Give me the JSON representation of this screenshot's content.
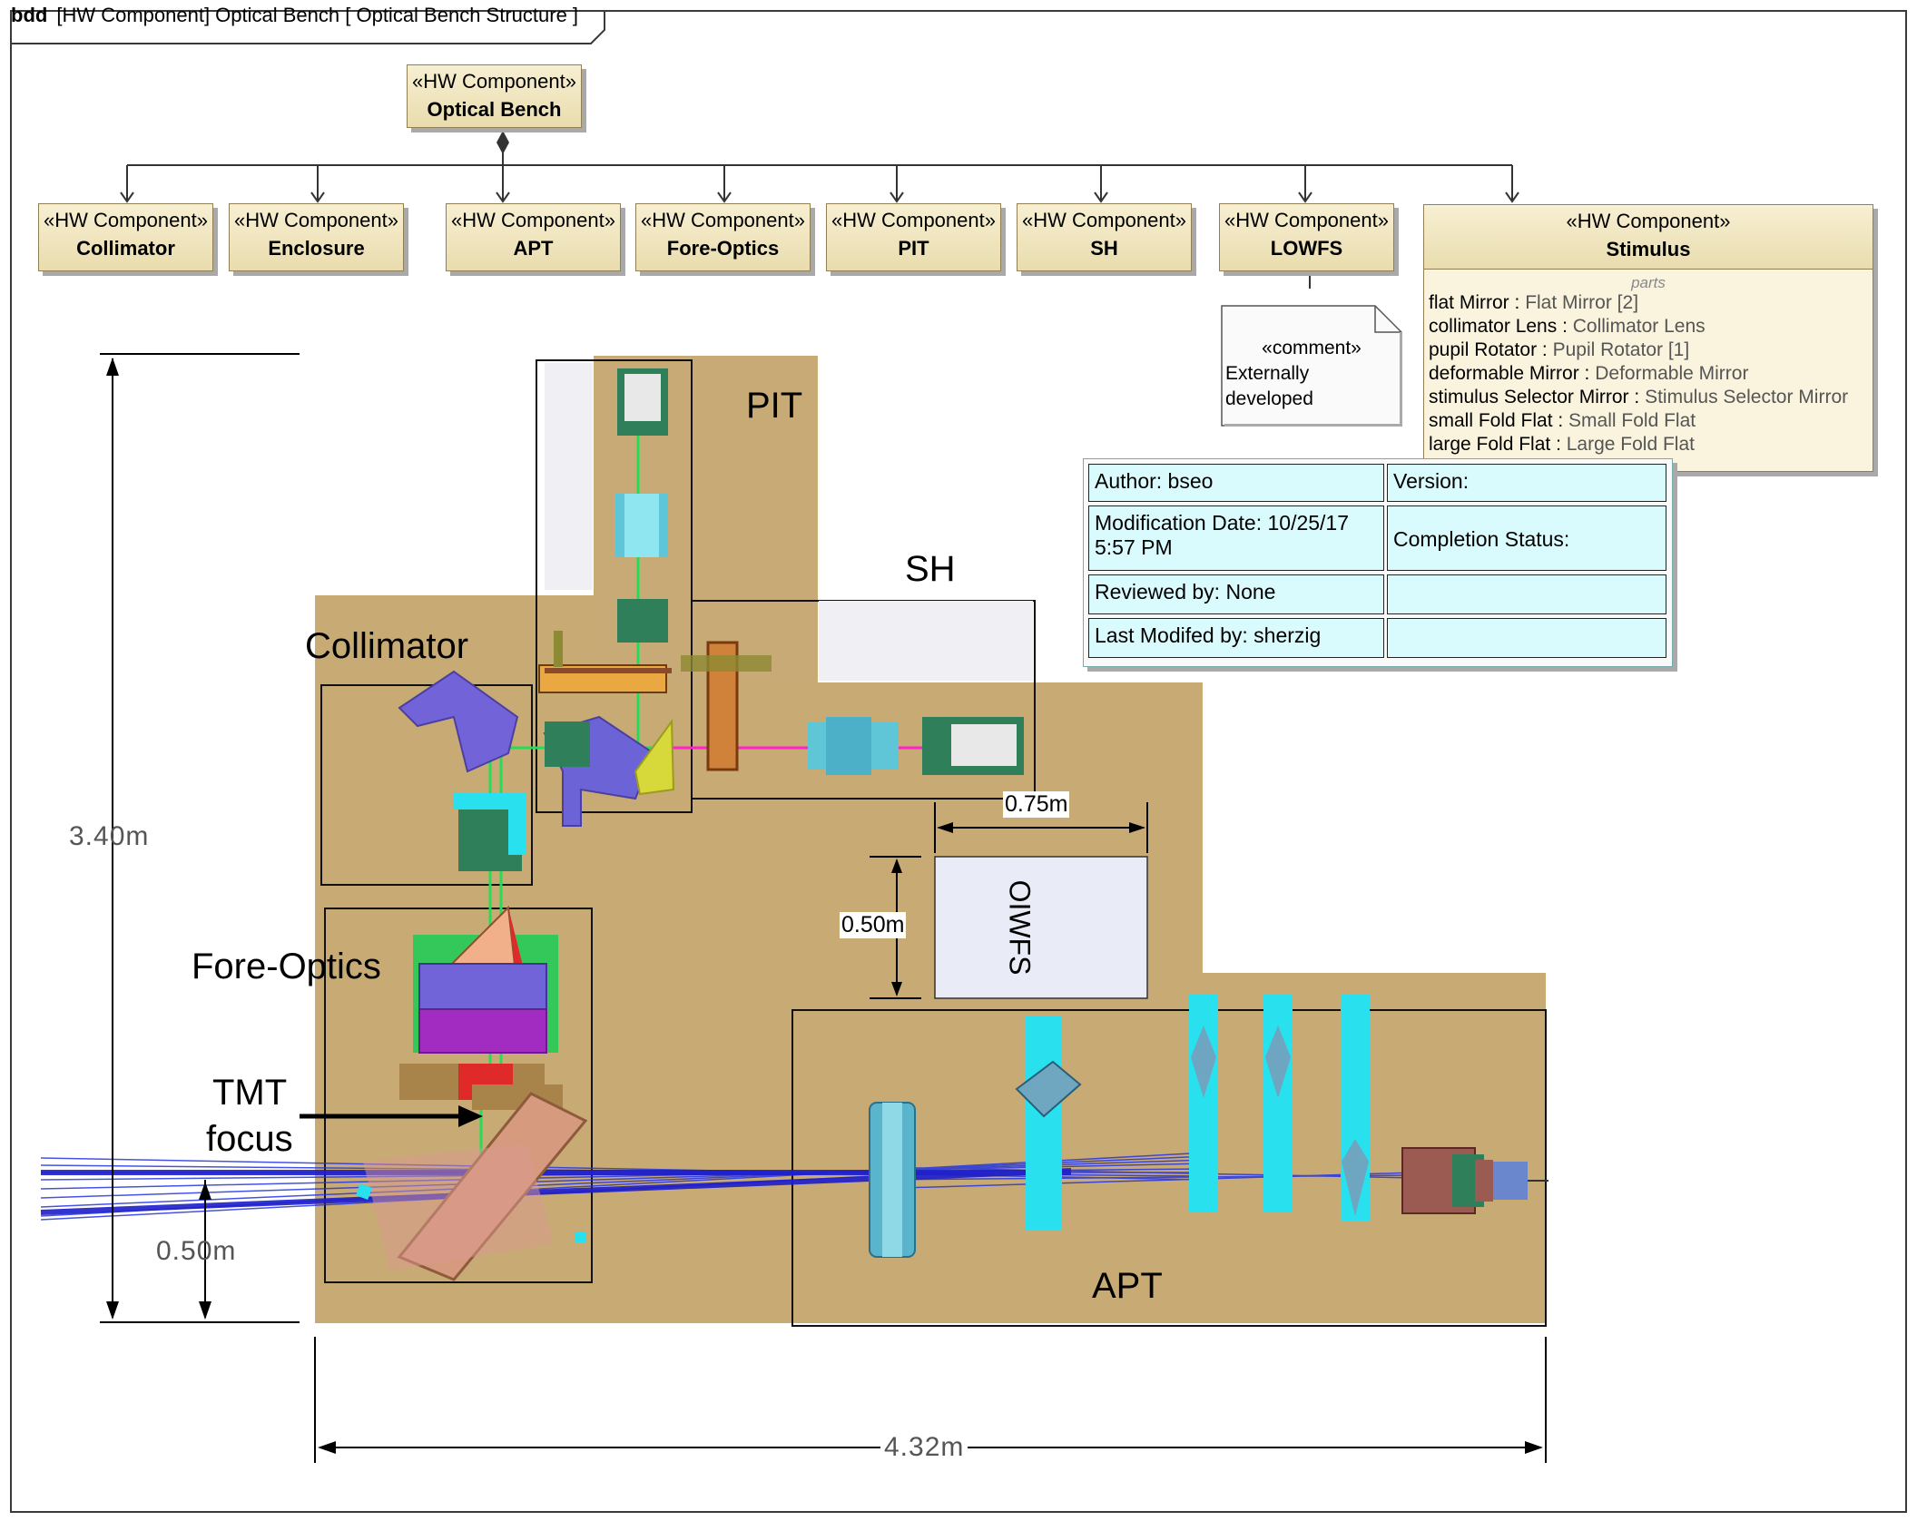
{
  "frame": {
    "kind": "bdd",
    "title": "[HW Component] Optical Bench [ Optical Bench Structure ]"
  },
  "root_block": {
    "stereotype": "«HW Component»",
    "name": "Optical Bench"
  },
  "child_blocks": [
    {
      "stereotype": "«HW Component»",
      "name": "Collimator"
    },
    {
      "stereotype": "«HW Component»",
      "name": "Enclosure"
    },
    {
      "stereotype": "«HW Component»",
      "name": "APT"
    },
    {
      "stereotype": "«HW Component»",
      "name": "Fore-Optics"
    },
    {
      "stereotype": "«HW Component»",
      "name": "PIT"
    },
    {
      "stereotype": "«HW Component»",
      "name": "SH"
    },
    {
      "stereotype": "«HW Component»",
      "name": "LOWFS"
    }
  ],
  "stimulus": {
    "stereotype": "«HW Component»",
    "name": "Stimulus",
    "parts_label": "parts",
    "parts": [
      {
        "name": "flat Mirror",
        "type": "Flat Mirror [2]"
      },
      {
        "name": "collimator Lens",
        "type": "Collimator Lens"
      },
      {
        "name": "pupil Rotator",
        "type": "Pupil Rotator [1]"
      },
      {
        "name": "deformable Mirror",
        "type": "Deformable Mirror"
      },
      {
        "name": "stimulus Selector Mirror",
        "type": "Stimulus Selector Mirror"
      },
      {
        "name": "small Fold Flat",
        "type": "Small Fold Flat"
      },
      {
        "name": "large Fold Flat",
        "type": "Large Fold Flat"
      }
    ]
  },
  "comment": {
    "stereotype": "«comment»",
    "line1": "Externally",
    "line2": "developed"
  },
  "info": {
    "author": "Author: bseo",
    "version": "Version:",
    "mod_date_1": "Modification Date: 10/25/17",
    "mod_date_2": "5:57 PM",
    "completion": "Completion Status:",
    "reviewed": "Reviewed by: None",
    "last_modified": "Last Modifed by: sherzig"
  },
  "layout_labels": {
    "pit": "PIT",
    "sh": "SH",
    "collimator": "Collimator",
    "fore_optics": "Fore-Optics",
    "tmt_line1": "TMT",
    "tmt_line2": "focus",
    "apt": "APT",
    "oiwfs": "OIWFS"
  },
  "dimensions": {
    "height": "3.40m",
    "width": "4.32m",
    "beam": "0.50m",
    "oiwfs_w": "0.75m",
    "oiwfs_h": "0.50m"
  },
  "colors": {
    "bench": "#c8aa75",
    "block_fill": "#f2e8c4",
    "info_cell": "#d9fbfd",
    "beam": "#2535e0",
    "cyan_optic": "#2ee8f2",
    "purple_optic": "#7b6ee0"
  }
}
